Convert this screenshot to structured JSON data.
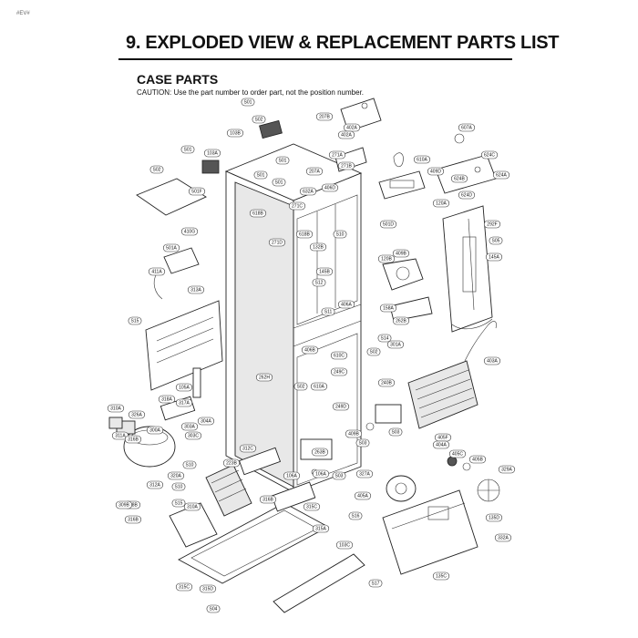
{
  "page_ref": "#EV#",
  "title": "9. EXPLODED VIEW & REPLACEMENT PARTS LIST",
  "subtitle": "CASE PARTS",
  "caution": "CAUTION: Use the part number to order part, not the position number.",
  "callouts": [
    "S01",
    "S02",
    "207B",
    "402A",
    "103B",
    "S01",
    "207A",
    "402A",
    "S01",
    "S02",
    "103A",
    "501F",
    "S01",
    "271A",
    "271B",
    "610A",
    "409D",
    "607A",
    "624C",
    "624A",
    "624B",
    "624D",
    "S01",
    "632A",
    "406D",
    "S10",
    "618B",
    "271C",
    "271D",
    "132B",
    "618B",
    "501D",
    "120A",
    "292F",
    "S05",
    "410G",
    "501A",
    "411A",
    "313A",
    "409B",
    "145B",
    "S12",
    "145A",
    "120B",
    "406A",
    "S11",
    "158A",
    "S15",
    "262B",
    "S02",
    "S14",
    "301A",
    "406B",
    "610C",
    "403A",
    "262H",
    "S02",
    "249C",
    "610A",
    "249D",
    "240B",
    "310A",
    "326A",
    "318A",
    "317A",
    "105A",
    "311A",
    "106A",
    "409B",
    "S03",
    "316B",
    "S03",
    "300A",
    "303C",
    "303A",
    "304A",
    "312C",
    "223B",
    "263B",
    "405F",
    "404A",
    "405C",
    "405B",
    "329A",
    "S10",
    "320A",
    "S10",
    "312A",
    "106A",
    "S03",
    "158B",
    "327A",
    "309B",
    "405A",
    "S15",
    "310A",
    "316B",
    "315C",
    "S16",
    "135D",
    "316B",
    "315A",
    "332A",
    "103C",
    "S17",
    "135C",
    "315C",
    "315D",
    "S04"
  ]
}
